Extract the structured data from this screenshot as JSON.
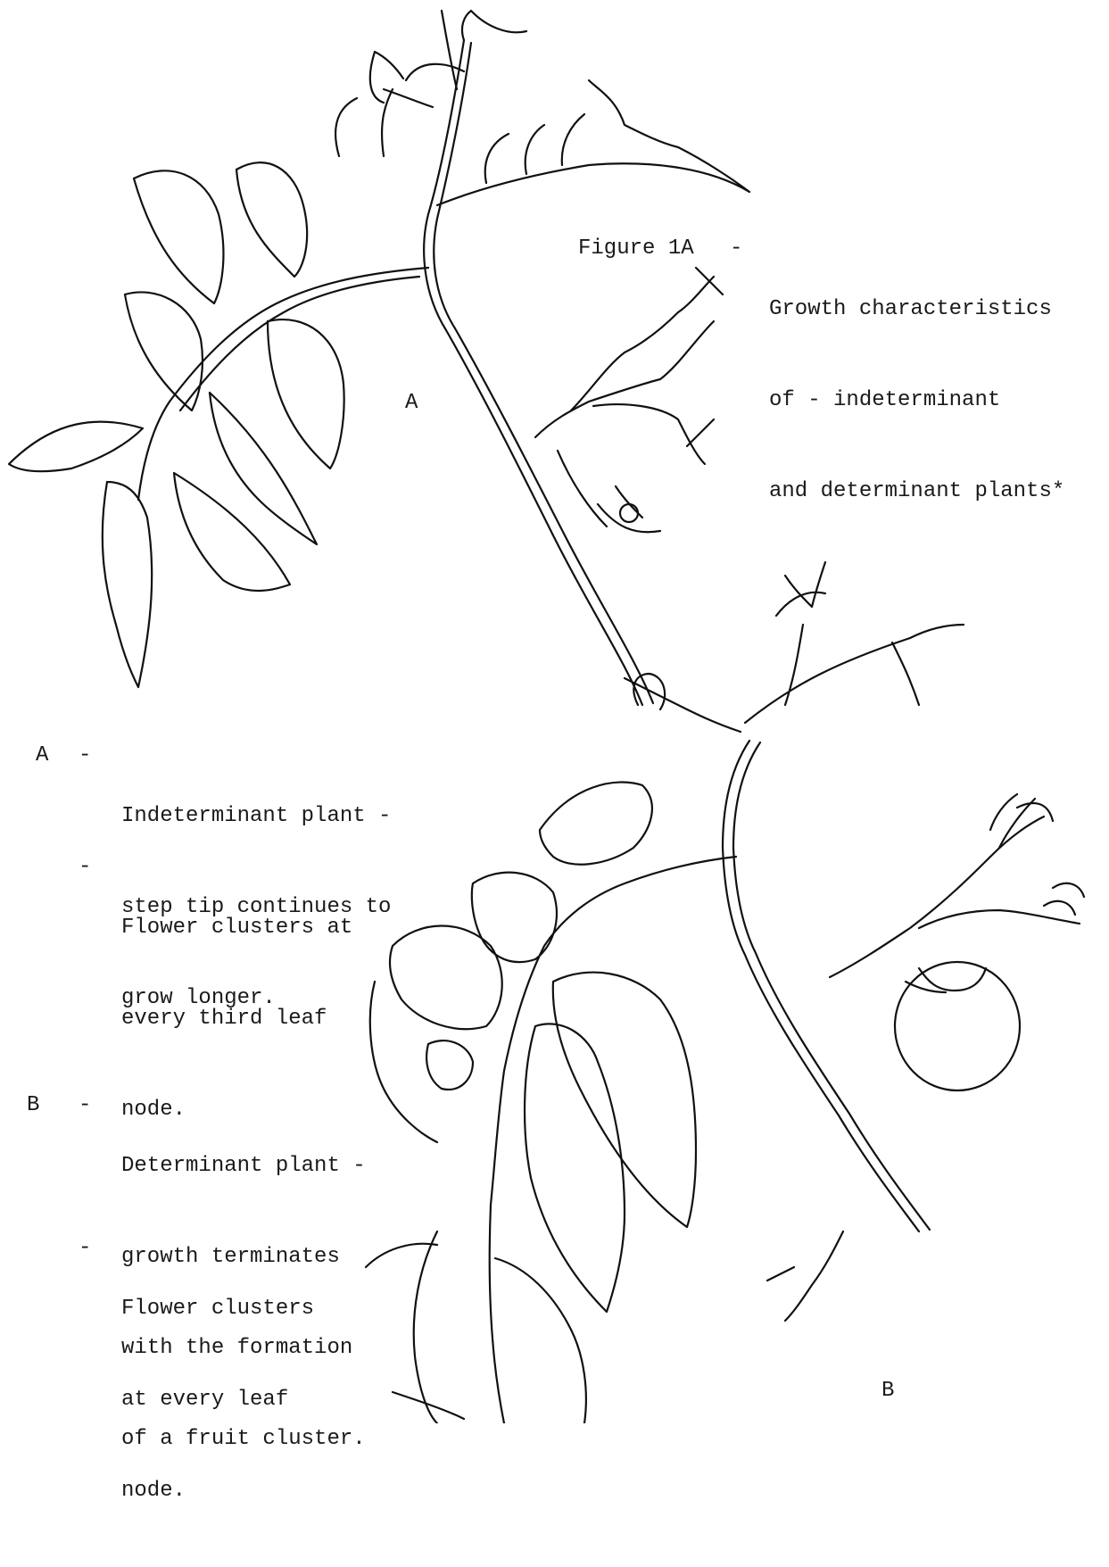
{
  "figure": {
    "label": "Figure 1A",
    "dash": "-",
    "caption_lines": [
      "Growth characteristics",
      "of - indeterminant",
      "and determinant plants*"
    ]
  },
  "plant_labels": {
    "a": "A",
    "b": "B"
  },
  "notes": {
    "a": {
      "key": "A",
      "items": [
        {
          "dash": "-",
          "lines": [
            "Indeterminant plant -",
            "step tip continues to",
            "grow longer."
          ]
        },
        {
          "dash": "-",
          "lines": [
            "Flower clusters at",
            "every third leaf",
            "node."
          ]
        }
      ]
    },
    "b": {
      "key": "B",
      "items": [
        {
          "dash": "-",
          "lines": [
            "Determinant plant -",
            "growth terminates",
            "with the formation",
            "of a fruit cluster."
          ]
        },
        {
          "dash": "-",
          "lines": [
            "Flower clusters",
            "at every leaf",
            "node."
          ]
        }
      ]
    }
  }
}
